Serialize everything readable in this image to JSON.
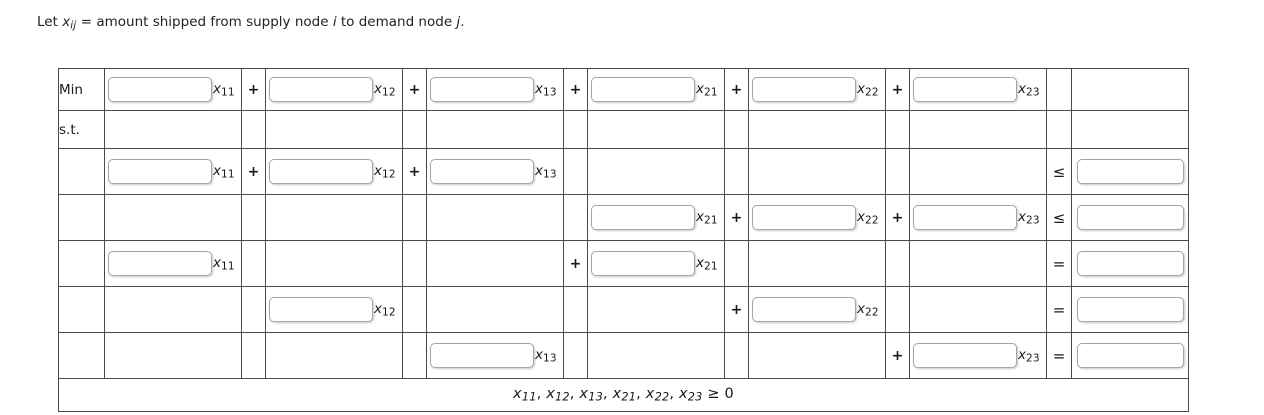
{
  "prompt": {
    "prefix": "Let ",
    "variable": "x",
    "variable_sub": "ij",
    "text": " = amount shipped from supply node ",
    "node_i": "i",
    "text2": " to demand node ",
    "node_j": "j",
    "period": "."
  },
  "table": {
    "rows": [
      {
        "id": "objective-row",
        "label": "Min",
        "type": "objective",
        "terms": [
          {
            "box": true,
            "value": "",
            "placeholder": "",
            "label": "x",
            "sub": "11",
            "op": "+"
          },
          {
            "box": true,
            "value": "",
            "placeholder": "",
            "label": "x",
            "sub": "12",
            "op": "+"
          },
          {
            "box": true,
            "value": "",
            "placeholder": "",
            "label": "x",
            "sub": "13",
            "op": "+"
          },
          {
            "box": true,
            "value": "",
            "placeholder": "",
            "label": "x",
            "sub": "21",
            "op": "+"
          },
          {
            "box": true,
            "value": "",
            "placeholder": "",
            "label": "x",
            "sub": "22",
            "op": "+"
          },
          {
            "box": true,
            "value": "",
            "placeholder": "",
            "label": "x",
            "sub": "23",
            "op": ""
          }
        ],
        "relation": "",
        "rhs": {
          "box": false,
          "value": ""
        }
      },
      {
        "id": "subject-to-row",
        "label": "s.t.",
        "type": "header",
        "terms": [
          {
            "box": false,
            "value": "",
            "label": "",
            "sub": "",
            "op": ""
          },
          {
            "box": false,
            "value": "",
            "label": "",
            "sub": "",
            "op": ""
          },
          {
            "box": false,
            "value": "",
            "label": "",
            "sub": "",
            "op": ""
          },
          {
            "box": false,
            "value": "",
            "label": "",
            "sub": "",
            "op": ""
          },
          {
            "box": false,
            "value": "",
            "label": "",
            "sub": "",
            "op": ""
          },
          {
            "box": false,
            "value": "",
            "label": "",
            "sub": "",
            "op": ""
          }
        ],
        "relation": "",
        "rhs": {
          "box": false,
          "value": ""
        }
      },
      {
        "id": "supply-1-row",
        "label": "",
        "type": "constraint",
        "terms": [
          {
            "box": true,
            "value": "",
            "placeholder": "",
            "label": "x",
            "sub": "11",
            "op": "+"
          },
          {
            "box": true,
            "value": "",
            "placeholder": "",
            "label": "x",
            "sub": "12",
            "op": "+"
          },
          {
            "box": true,
            "value": "",
            "placeholder": "",
            "label": "x",
            "sub": "13",
            "op": ""
          },
          {
            "box": false,
            "value": "",
            "label": "",
            "sub": "",
            "op": ""
          },
          {
            "box": false,
            "value": "",
            "label": "",
            "sub": "",
            "op": ""
          },
          {
            "box": false,
            "value": "",
            "label": "",
            "sub": "",
            "op": ""
          }
        ],
        "relation": "≤",
        "rhs": {
          "box": true,
          "value": "",
          "placeholder": ""
        }
      },
      {
        "id": "supply-2-row",
        "label": "",
        "type": "constraint",
        "terms": [
          {
            "box": false,
            "value": "",
            "label": "",
            "sub": "",
            "op": ""
          },
          {
            "box": false,
            "value": "",
            "label": "",
            "sub": "",
            "op": ""
          },
          {
            "box": false,
            "value": "",
            "label": "",
            "sub": "",
            "op": ""
          },
          {
            "box": true,
            "value": "",
            "placeholder": "",
            "label": "x",
            "sub": "21",
            "op": "+"
          },
          {
            "box": true,
            "value": "",
            "placeholder": "",
            "label": "x",
            "sub": "22",
            "op": "+"
          },
          {
            "box": true,
            "value": "",
            "placeholder": "",
            "label": "x",
            "sub": "23",
            "op": ""
          }
        ],
        "relation": "≤",
        "rhs": {
          "box": true,
          "value": "",
          "placeholder": ""
        }
      },
      {
        "id": "demand-1-row",
        "label": "",
        "type": "constraint",
        "terms": [
          {
            "box": true,
            "value": "",
            "placeholder": "",
            "label": "x",
            "sub": "11",
            "op": ""
          },
          {
            "box": false,
            "value": "",
            "label": "",
            "sub": "",
            "op": ""
          },
          {
            "box": false,
            "value": "",
            "label": "",
            "sub": "",
            "op": "+"
          },
          {
            "box": true,
            "value": "",
            "placeholder": "",
            "label": "x",
            "sub": "21",
            "op": ""
          },
          {
            "box": false,
            "value": "",
            "label": "",
            "sub": "",
            "op": ""
          },
          {
            "box": false,
            "value": "",
            "label": "",
            "sub": "",
            "op": ""
          }
        ],
        "relation": "=",
        "rhs": {
          "box": true,
          "value": "",
          "placeholder": ""
        }
      },
      {
        "id": "demand-2-row",
        "label": "",
        "type": "constraint",
        "terms": [
          {
            "box": false,
            "value": "",
            "label": "",
            "sub": "",
            "op": ""
          },
          {
            "box": true,
            "value": "",
            "placeholder": "",
            "label": "x",
            "sub": "12",
            "op": ""
          },
          {
            "box": false,
            "value": "",
            "label": "",
            "sub": "",
            "op": ""
          },
          {
            "box": false,
            "value": "",
            "label": "",
            "sub": "",
            "op": "+"
          },
          {
            "box": true,
            "value": "",
            "placeholder": "",
            "label": "x",
            "sub": "22",
            "op": ""
          },
          {
            "box": false,
            "value": "",
            "label": "",
            "sub": "",
            "op": ""
          }
        ],
        "relation": "=",
        "rhs": {
          "box": true,
          "value": "",
          "placeholder": ""
        }
      },
      {
        "id": "demand-3-row",
        "label": "",
        "type": "constraint",
        "terms": [
          {
            "box": false,
            "value": "",
            "label": "",
            "sub": "",
            "op": ""
          },
          {
            "box": false,
            "value": "",
            "label": "",
            "sub": "",
            "op": ""
          },
          {
            "box": true,
            "value": "",
            "placeholder": "",
            "label": "x",
            "sub": "13",
            "op": ""
          },
          {
            "box": false,
            "value": "",
            "label": "",
            "sub": "",
            "op": ""
          },
          {
            "box": false,
            "value": "",
            "label": "",
            "sub": "",
            "op": "+"
          },
          {
            "box": true,
            "value": "",
            "placeholder": "",
            "label": "x",
            "sub": "23",
            "op": ""
          }
        ],
        "relation": "=",
        "rhs": {
          "box": true,
          "value": "",
          "placeholder": ""
        }
      }
    ],
    "footer": {
      "variables": [
        {
          "name": "x",
          "sub": "11"
        },
        {
          "name": "x",
          "sub": "12"
        },
        {
          "name": "x",
          "sub": "13"
        },
        {
          "name": "x",
          "sub": "21"
        },
        {
          "name": "x",
          "sub": "22"
        },
        {
          "name": "x",
          "sub": "23"
        }
      ],
      "relation": "≥",
      "bound": "0"
    }
  },
  "colors": {
    "page_background": "#ffffff",
    "table_border": "#4a4a4a",
    "input_border": "#a6a6a6",
    "text": "#1a1a1a"
  }
}
